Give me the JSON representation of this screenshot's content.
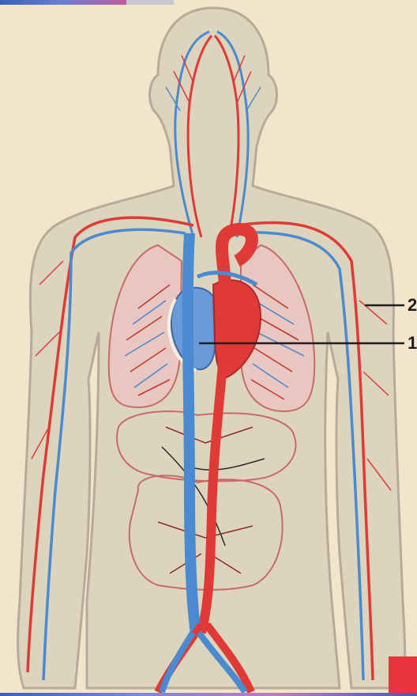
{
  "labels": {
    "label_2": "2",
    "label_1": "1"
  },
  "colors": {
    "background": "#f1e6cc",
    "body_fill": "#ddd4bd",
    "outline": "#b9a99a",
    "artery": "#e03a36",
    "vein": "#4a8ad0",
    "leader": "#1e1e1e",
    "corner_block": "#e8343a"
  },
  "icons": {
    "figure": "human-circulatory-system-figure"
  }
}
